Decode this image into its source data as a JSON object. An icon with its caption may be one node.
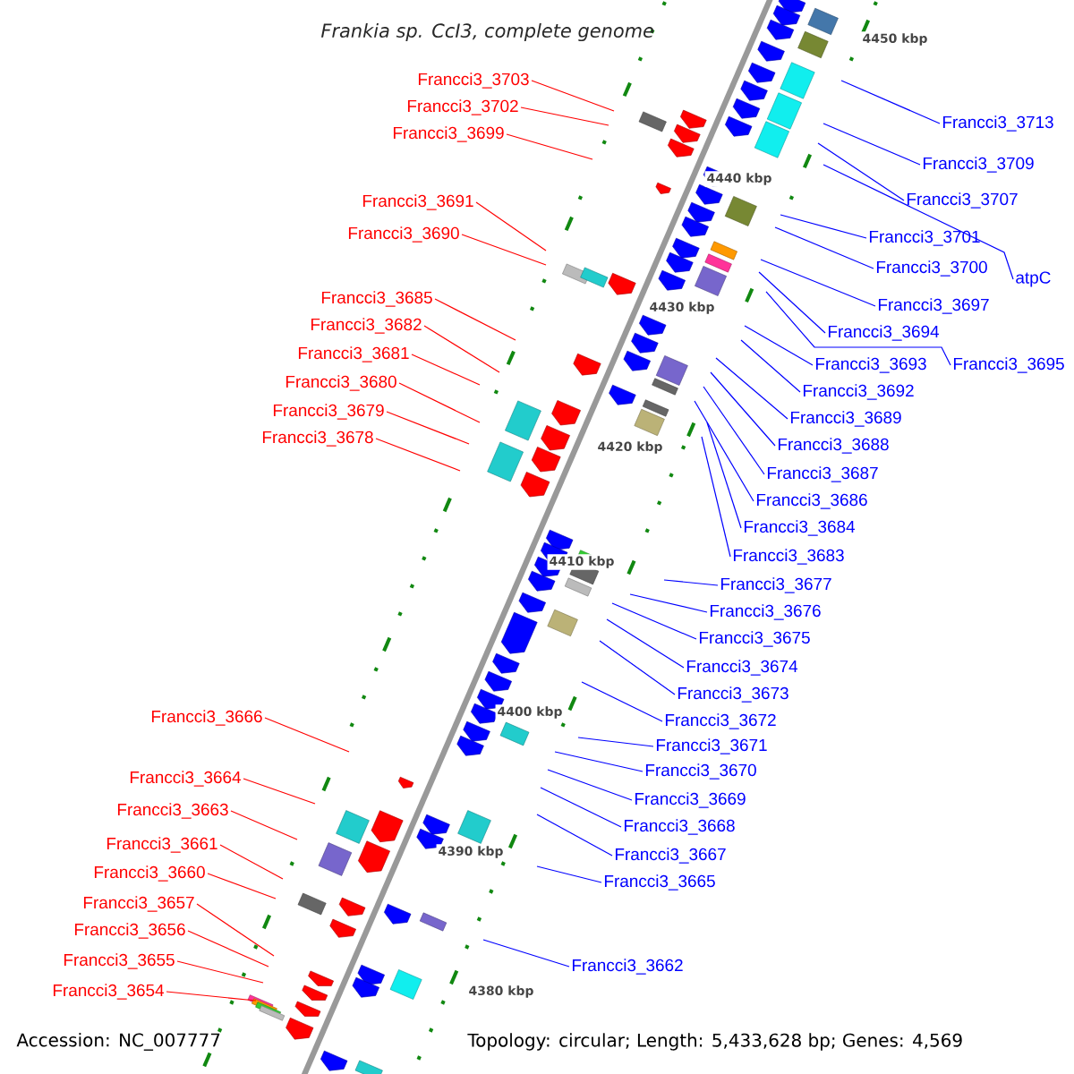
{
  "diagram": {
    "title": "Frankia sp. CcI3, complete genome",
    "nodes": [
      {
        "text": [
          "Francci3_3703"
        ]
      },
      {
        "text": [
          "Francci3_3702"
        ]
      },
      {
        "text": [
          "Francci3_3713"
        ]
      },
      {
        "text": [
          "Francci3_3699"
        ]
      },
      {
        "text": [
          "Francci3_3709"
        ]
      },
      {
        "text": [
          "Francci3_3707"
        ]
      },
      {
        "text": [
          "Francci3_3691"
        ]
      },
      {
        "text": [
          "Francci3_3690"
        ]
      },
      {
        "text": [
          "Francci3_3701"
        ]
      },
      {
        "text": [
          "Francci3_3700"
        ]
      },
      {
        "text": [
          "atpC"
        ]
      },
      {
        "text": [
          "Francci3_3685"
        ]
      },
      {
        "text": [
          "Francci3_3697"
        ]
      },
      {
        "text": [
          "Francci3_3682"
        ]
      },
      {
        "text": [
          "Francci3_3694"
        ]
      },
      {
        "text": [
          "Francci3_3681"
        ]
      },
      {
        "text": [
          "Francci3_3693"
        ]
      },
      {
        "text": [
          "Francci3_3695"
        ]
      },
      {
        "text": [
          "Francci3_3680"
        ]
      },
      {
        "text": [
          "Francci3_3692"
        ]
      },
      {
        "text": [
          "Francci3_3679"
        ]
      },
      {
        "text": [
          "Francci3_3689"
        ]
      },
      {
        "text": [
          "Francci3_3678"
        ]
      },
      {
        "text": [
          "Francci3_3688"
        ]
      },
      {
        "text": [
          "Francci3_3687"
        ]
      },
      {
        "text": [
          "Francci3_3686"
        ]
      },
      {
        "text": [
          "Francci3_3684"
        ]
      },
      {
        "text": [
          "Francci3_3683"
        ]
      },
      {
        "text": [
          "Francci3_3677"
        ]
      },
      {
        "text": [
          "Francci3_3676"
        ]
      },
      {
        "text": [
          "Francci3_3675"
        ]
      },
      {
        "text": [
          "Francci3_3674"
        ]
      },
      {
        "text": [
          "Francci3_3673"
        ]
      },
      {
        "text": [
          "Francci3_3666"
        ]
      },
      {
        "text": [
          "Francci3_3672"
        ]
      },
      {
        "text": [
          "Francci3_3671"
        ]
      },
      {
        "text": [
          "Francci3_3670"
        ]
      },
      {
        "text": [
          "Francci3_3664"
        ]
      },
      {
        "text": [
          "Francci3_3669"
        ]
      },
      {
        "text": [
          "Francci3_3663"
        ]
      },
      {
        "text": [
          "Francci3_3668"
        ]
      },
      {
        "text": [
          "Francci3_3661"
        ]
      },
      {
        "text": [
          "Francci3_3667"
        ]
      },
      {
        "text": [
          "Francci3_3660"
        ]
      },
      {
        "text": [
          "Francci3_3665"
        ]
      },
      {
        "text": [
          "Francci3_3657"
        ]
      },
      {
        "text": [
          "Francci3_3656"
        ]
      },
      {
        "text": [
          "Francci3_3655"
        ]
      },
      {
        "text": [
          "Francci3_3662"
        ]
      },
      {
        "text": [
          "Francci3_3654"
        ]
      }
    ],
    "edges": [
      {
        "from": 0,
        "to": null,
        "arrow": "none",
        "color": "#ff0000"
      },
      {
        "from": 1,
        "to": null,
        "arrow": "none",
        "color": "#ff0000"
      },
      {
        "from": 2,
        "to": null,
        "arrow": "none"
      },
      {
        "from": 3,
        "to": null,
        "arrow": "none",
        "color": "#ff0000"
      },
      {
        "from": 4,
        "to": null,
        "arrow": "none"
      },
      {
        "from": 5,
        "to": null,
        "arrow": "none"
      },
      {
        "from": 6,
        "to": null,
        "arrow": "none",
        "color": "#ff0000"
      },
      {
        "from": 7,
        "to": null,
        "arrow": "none",
        "color": "#ff0000"
      },
      {
        "from": 8,
        "to": null,
        "arrow": "none"
      },
      {
        "from": 9,
        "to": null,
        "arrow": "none"
      },
      {
        "from": 10,
        "to": null,
        "arrow": "none"
      },
      {
        "from": 11,
        "to": null,
        "arrow": "none",
        "color": "#ff0000"
      },
      {
        "from": 12,
        "to": null,
        "arrow": "none"
      },
      {
        "from": 13,
        "to": null,
        "arrow": "none",
        "color": "#ff0000"
      },
      {
        "from": 14,
        "to": null,
        "arrow": "none"
      },
      {
        "from": 15,
        "to": null,
        "arrow": "none",
        "color": "#ff0000"
      },
      {
        "from": 16,
        "to": null,
        "arrow": "none"
      },
      {
        "from": 17,
        "to": null,
        "arrow": "none"
      },
      {
        "from": 18,
        "to": null,
        "arrow": "none",
        "color": "#ff0000"
      },
      {
        "from": 19,
        "to": null,
        "arrow": "none"
      },
      {
        "from": 20,
        "to": null,
        "arrow": "none",
        "color": "#ff0000"
      },
      {
        "from": 21,
        "to": null,
        "arrow": "none"
      },
      {
        "from": 22,
        "to": null,
        "arrow": "none",
        "color": "#ff0000"
      },
      {
        "from": 23,
        "to": null,
        "arrow": "none"
      },
      {
        "from": 24,
        "to": null,
        "arrow": "none"
      },
      {
        "from": 25,
        "to": null,
        "arrow": "none"
      },
      {
        "from": 26,
        "to": null,
        "arrow": "none"
      },
      {
        "from": 27,
        "to": null,
        "arrow": "none"
      },
      {
        "from": 28,
        "to": null,
        "arrow": "none"
      },
      {
        "from": 29,
        "to": null,
        "arrow": "none"
      },
      {
        "from": 30,
        "to": null,
        "arrow": "none"
      },
      {
        "from": 31,
        "to": null,
        "arrow": "none"
      },
      {
        "from": 32,
        "to": null,
        "arrow": "none"
      },
      {
        "from": 33,
        "to": null,
        "arrow": "none",
        "color": "#ff0000"
      },
      {
        "from": 34,
        "to": null,
        "arrow": "none"
      },
      {
        "from": 35,
        "to": null,
        "arrow": "none"
      },
      {
        "from": 36,
        "to": null,
        "arrow": "none"
      },
      {
        "from": 37,
        "to": null,
        "arrow": "none",
        "color": "#ff0000"
      },
      {
        "from": 38,
        "to": null,
        "arrow": "none"
      },
      {
        "from": 39,
        "to": null,
        "arrow": "none",
        "color": "#ff0000"
      },
      {
        "from": 40,
        "to": null,
        "arrow": "none"
      },
      {
        "from": 41,
        "to": null,
        "arrow": "none",
        "color": "#ff0000"
      },
      {
        "from": 42,
        "to": null,
        "arrow": "none"
      },
      {
        "from": 43,
        "to": null,
        "arrow": "none",
        "color": "#ff0000"
      },
      {
        "from": 44,
        "to": null,
        "arrow": "none"
      },
      {
        "from": 45,
        "to": null,
        "arrow": "none",
        "color": "#ff0000"
      },
      {
        "from": 46,
        "to": null,
        "arrow": "none",
        "color": "#ff0000"
      },
      {
        "from": 47,
        "to": null,
        "arrow": "none",
        "color": "#ff0000"
      },
      {
        "from": 48,
        "to": null,
        "arrow": "none"
      },
      {
        "from": 49,
        "to": null,
        "arrow": "none",
        "color": "#ff0000"
      }
    ],
    "labels": [
      "4450 kbp",
      "4440 kbp",
      "4430 kbp",
      "4420 kbp",
      "4410 kbp",
      "4400 kbp",
      "4390 kbp",
      "4380 kbp",
      "Accession: NC_007777",
      "Topology: circular; Length: 5,433,628 bp; Genes: 4,569"
    ]
  }
}
